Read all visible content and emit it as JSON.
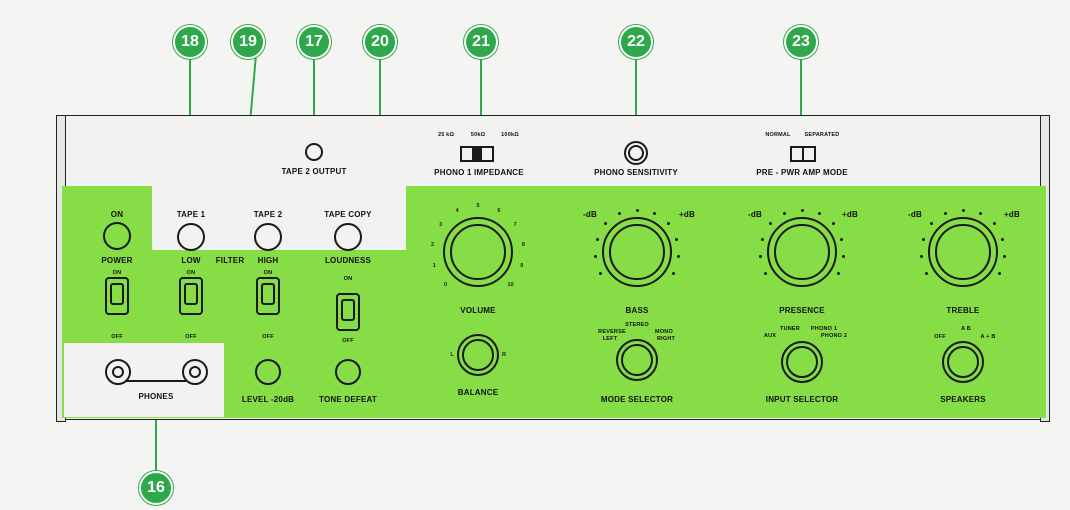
{
  "callouts": [
    "18",
    "19",
    "17",
    "20",
    "21",
    "22",
    "23",
    "16"
  ],
  "labels": {
    "tape2_output": "TAPE 2  OUTPUT",
    "phono1_impedance": "PHONO 1  IMPEDANCE",
    "imp_25": "25 kΩ",
    "imp_50": "50kΩ",
    "imp_100": "100kΩ",
    "phono_sensitivity": "PHONO SENSITIVITY",
    "normal": "NORMAL",
    "separated": "SEPARATED",
    "pre_pwr_mode": "PRE - PWR AMP MODE",
    "on": "ON",
    "off": "OFF",
    "power": "POWER",
    "tape1": "TAPE  1",
    "tape2": "TAPE  2",
    "tape_copy": "TAPE  COPY",
    "low": "LOW",
    "filter": "FILTER",
    "high": "HIGH",
    "loudness": "LOUDNESS",
    "phones": "PHONES",
    "level": "LEVEL  -20dB",
    "tone_defeat": "TONE  DEFEAT",
    "volume": "VOLUME",
    "balance": "BALANCE",
    "bass": "BASS",
    "presence": "PRESENCE",
    "treble": "TREBLE",
    "minus_db": "-dB",
    "plus_db": "+dB",
    "mode_selector": "MODE  SELECTOR",
    "stereo": "STEREO",
    "reverse": "REVERSE",
    "mono": "MONO",
    "left": "LEFT",
    "right": "RIGHT",
    "input_selector": "INPUT  SELECTOR",
    "tuner": "TUNER",
    "phono1": "PHONO  1",
    "aux": "AUX",
    "phono2": "PHONO  2",
    "speakers": "SPEAKERS",
    "sp_off": "OFF",
    "sp_ab": "A    B",
    "sp_a_b": "A + B"
  },
  "volume_scale": [
    "0",
    "1",
    "2",
    "3",
    "4",
    "5",
    "6",
    "7",
    "8",
    "9",
    "10"
  ],
  "balance_scale": [
    "R",
    "L"
  ],
  "colors": {
    "panel_green": "#86dd45",
    "callout_green": "#2ea84a"
  }
}
